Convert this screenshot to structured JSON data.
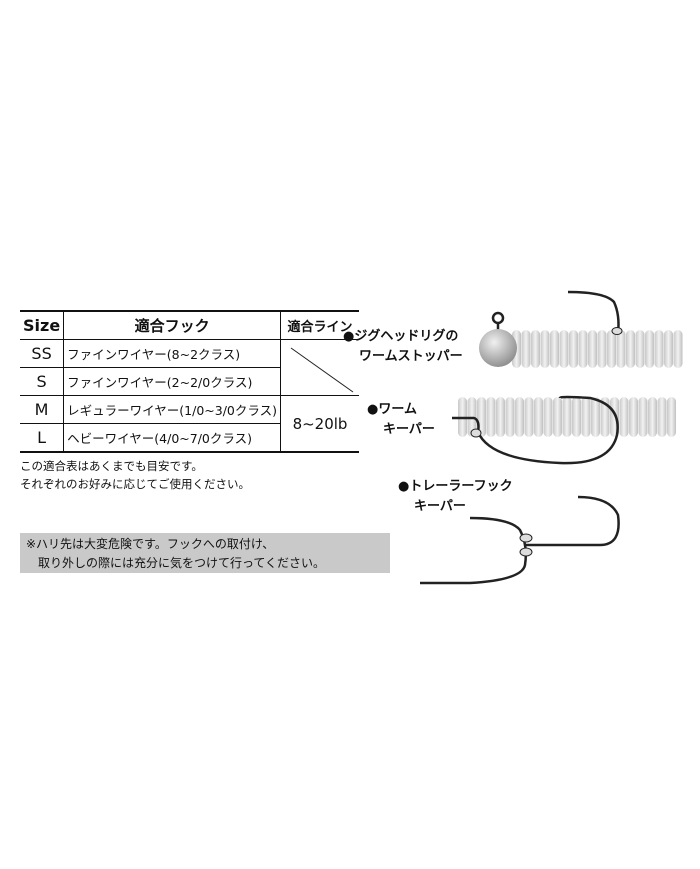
{
  "table": {
    "headers": {
      "size": "Size",
      "hook": "適合フック",
      "line": "適合ライン"
    },
    "rows": [
      {
        "size": "SS",
        "hook": "ファインワイヤー(8~2クラス)"
      },
      {
        "size": "S",
        "hook": "ファインワイヤー(2~2/0クラス)"
      },
      {
        "size": "M",
        "hook": "レギュラーワイヤー(1/0~3/0クラス)"
      },
      {
        "size": "L",
        "hook": "ヘビーワイヤー(4/0~7/0クラス)"
      }
    ],
    "line_value": "8~20lb"
  },
  "notes": [
    "この適合表はあくまでも目安です。",
    "それぞれのお好みに応じてご使用ください。"
  ],
  "warning": [
    "※ハリ先は大変危険です。フックへの取付け、",
    "取り外しの際には充分に気をつけて行ってください。"
  ],
  "labels": {
    "jighead": [
      "●ジグヘッドリグの",
      "ワームストッパー"
    ],
    "worm_keeper": [
      "●ワーム",
      "キーパー"
    ],
    "trailer": [
      "●トレーラーフック",
      "キーパー"
    ]
  }
}
